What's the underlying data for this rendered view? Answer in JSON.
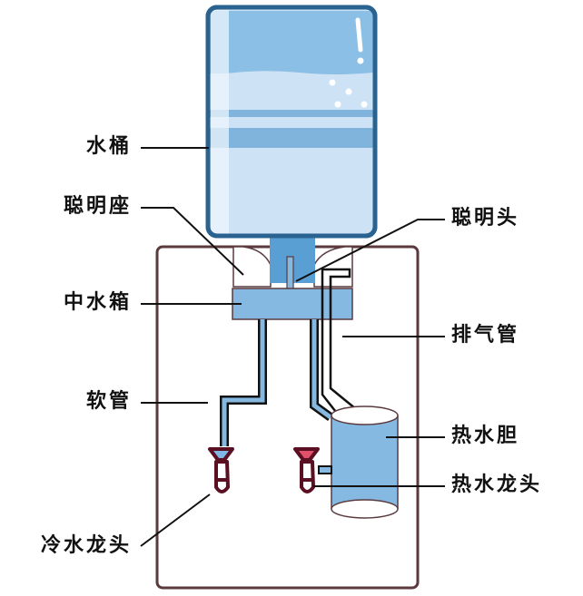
{
  "diagram": {
    "title": "饮水机结构示意图",
    "labels": {
      "bucket": "水桶",
      "smart_seat": "聪明座",
      "smart_head": "聪明头",
      "middle_tank": "中水箱",
      "vent_pipe": "排气管",
      "hose": "软管",
      "hot_tank": "热水胆",
      "hot_tap": "热水龙头",
      "cold_tap": "冷水龙头"
    },
    "colors": {
      "bucket_outline": "#2b6390",
      "bucket_water_dark": "#8bbfe6",
      "bucket_water_light": "#cde2f5",
      "bucket_band": "#80b4dc",
      "bucket_highlight": "#eef6fd",
      "water": "#86b9e1",
      "neck": "#5a9fd4",
      "cabinet_outline": "#5b3a3e",
      "tap_outline": "#5a0f22",
      "cold_tap_cone": "#7fb8e4",
      "hot_tap_cone": "#e0506a",
      "leader_line": "#111111"
    }
  }
}
